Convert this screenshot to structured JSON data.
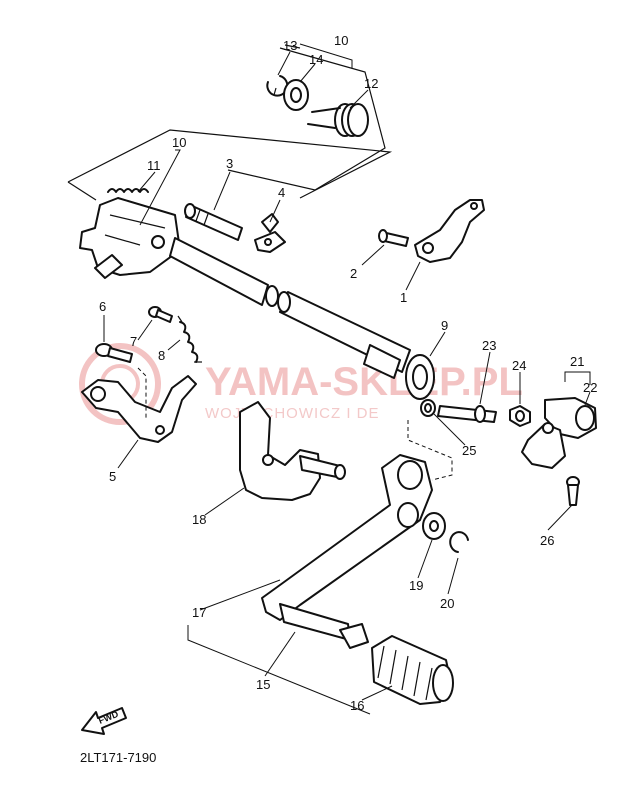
{
  "diagram": {
    "part_numbers": [
      "1",
      "2",
      "3",
      "4",
      "5",
      "6",
      "7",
      "8",
      "9",
      "10",
      "10",
      "11",
      "12",
      "13",
      "14",
      "15",
      "16",
      "17",
      "18",
      "19",
      "20",
      "21",
      "22",
      "23",
      "24",
      "25",
      "26"
    ],
    "fwd_label": "FWD",
    "figure_code": "2LT171-7190"
  },
  "watermark": {
    "brand": "YAMA-SKLEP.PL",
    "subtitle": "WOJTECHOWICZ I DE"
  },
  "colors": {
    "line": "#111111",
    "watermark": "#f3c3c3"
  }
}
